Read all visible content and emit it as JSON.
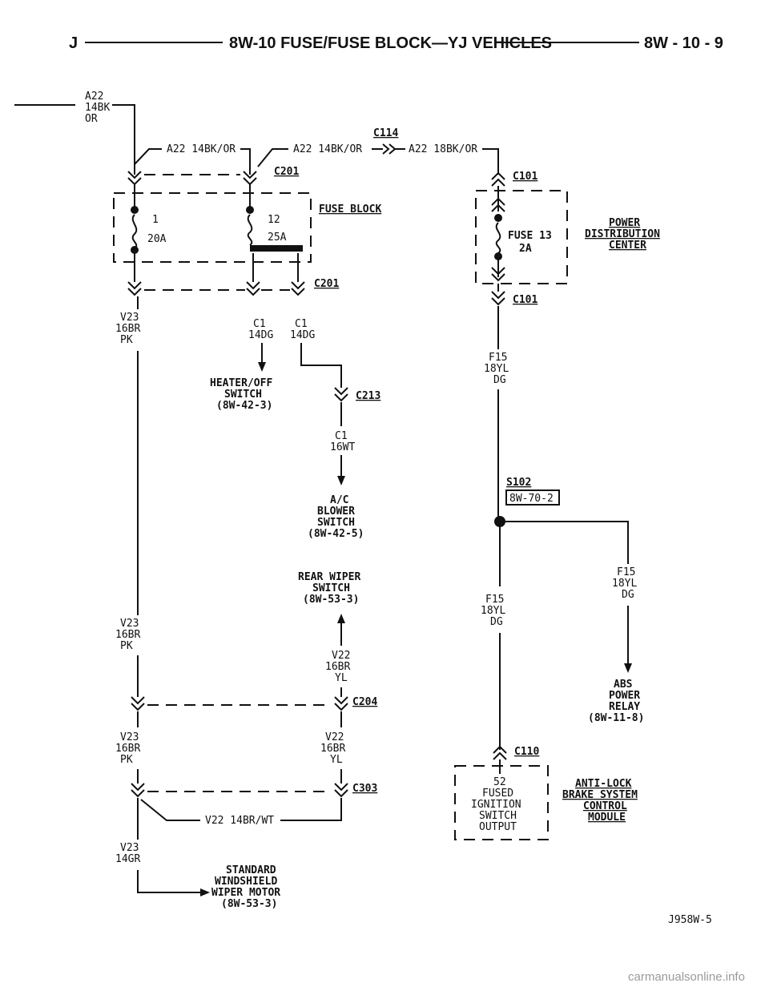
{
  "header": {
    "left": "J",
    "title": "8W-10 FUSE/FUSE BLOCK—YJ VEHICLES",
    "page": "8W - 10 - 9"
  },
  "wires": {
    "a22_in": [
      "A22",
      "14BK",
      "OR"
    ],
    "a22_left": "A22 14BK/OR",
    "a22_mid": "A22 14BK/OR",
    "a22_right": "A22 18BK/OR",
    "v23_1": [
      "V23",
      "16BR",
      "PK"
    ],
    "c1_a": [
      "C1",
      "14DG"
    ],
    "c1_b": [
      "C1",
      "14DG"
    ],
    "c1_c": [
      "C1",
      "16WT"
    ],
    "f15_1": [
      "F15",
      "18YL",
      "DG"
    ],
    "f15_2": [
      "F15",
      "18YL",
      "DG"
    ],
    "f15_3": [
      "F15",
      "18YL",
      "DG"
    ],
    "v23_2": [
      "V23",
      "16BR",
      "PK"
    ],
    "v22_1": [
      "V22",
      "16BR",
      "YL"
    ],
    "v23_3": [
      "V23",
      "16BR",
      "PK"
    ],
    "v22_2": [
      "V22",
      "16BR",
      "YL"
    ],
    "v22_bottom": "V22 14BR/WT",
    "v23_4": [
      "V23",
      "14GR"
    ]
  },
  "connectors": {
    "c114": "C114",
    "c201_top": "C201",
    "c201_bottom": "C201",
    "c101_top": "C101",
    "c101_bottom": "C101",
    "c213": "C213",
    "s102": "S102",
    "s102_ref": "8W-70-2",
    "c204": "C204",
    "c303": "C303",
    "c110": "C110"
  },
  "fuse_block": {
    "label": "FUSE BLOCK",
    "fuse1_num": "1",
    "fuse1_amp": "20A",
    "fuse12_num": "12",
    "fuse12_amp": "25A"
  },
  "pdc": {
    "fuse_label": "FUSE 13",
    "fuse_amp": "2A",
    "label": [
      "POWER",
      "DISTRIBUTION",
      "CENTER"
    ]
  },
  "components": {
    "heater": [
      "HEATER/OFF",
      "SWITCH",
      "(8W-42-3)"
    ],
    "ac_blower": [
      "A/C",
      "BLOWER",
      "SWITCH",
      "(8W-42-5)"
    ],
    "rear_wiper": [
      "REAR WIPER",
      "SWITCH",
      "(8W-53-3)"
    ],
    "abs_relay": [
      "ABS",
      "POWER",
      "RELAY",
      "(8W-11-8)"
    ],
    "ignition": [
      "52",
      "FUSED",
      "IGNITION",
      "SWITCH",
      "OUTPUT"
    ],
    "abs_module": [
      "ANTI-LOCK",
      "BRAKE SYSTEM",
      "CONTROL",
      "MODULE"
    ],
    "wiper_motor": [
      "STANDARD",
      "WINDSHIELD",
      "WIPER MOTOR",
      "(8W-53-3)"
    ]
  },
  "footer": {
    "code": "J958W-5",
    "watermark": "carmanualsonline.info"
  }
}
